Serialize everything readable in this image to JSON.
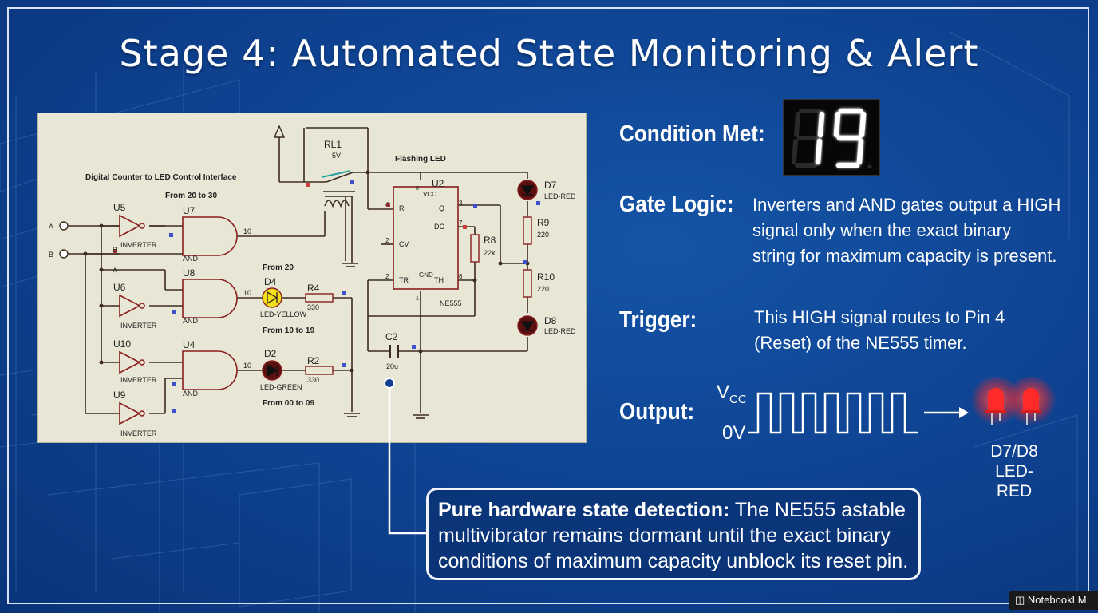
{
  "title": "Stage 4: Automated State Monitoring & Alert",
  "schematic": {
    "interface_title": "Digital Counter to LED Control Interface",
    "input_a": "A",
    "input_b": "B",
    "rl1_name": "RL1",
    "rl1_value": "5V",
    "flashing_label": "Flashing LED",
    "u2": "U2",
    "u5": "U5",
    "u6": "U6",
    "u10": "U10",
    "u9": "U9",
    "u7": "U7",
    "u8": "U8",
    "u4": "U4",
    "inverter": "INVERTER",
    "and": "AND",
    "from20to30": "From 20  to 30",
    "from20": "From 20",
    "from10to19": "From 10  to 19",
    "from00to09": "From 00 to 09",
    "d4": "D4",
    "d4_type": "LED-YELLOW",
    "d2": "D2",
    "d2_type": "LED-GREEN",
    "d7": "D7",
    "d7_type": "LED-RED",
    "d8": "D8",
    "d8_type": "LED-RED",
    "r4": "R4",
    "r4_val": "330",
    "r2": "R2",
    "r2_val": "330",
    "r8": "R8",
    "r8_val": "22k",
    "r9": "R9",
    "r9_val": "220",
    "r10": "R10",
    "r10_val": "220",
    "c2": "C2",
    "c2_val": "20u",
    "ne555": "NE555",
    "pin_r": "R",
    "pin_q": "Q",
    "pin_dc": "DC",
    "pin_cv": "CV",
    "pin_tr": "TR",
    "pin_th": "TH",
    "pin_vcc": "VCC",
    "pin_gnd": "GND",
    "pin4": "4",
    "pin3": "3",
    "pin7": "7",
    "pin2a": "2",
    "pin2b": "2",
    "pin6": "6",
    "pin8": "8",
    "pin1": "1",
    "sig_a": "A",
    "sig_b": "B",
    "sig_10": "10"
  },
  "condition": {
    "label": "Condition Met:",
    "display_value": "19"
  },
  "gate_logic": {
    "label": "Gate Logic:",
    "lines": [
      "Inverters and AND gates output a HIGH",
      "signal only when the exact binary",
      "string for maximum capacity is present."
    ]
  },
  "trigger": {
    "label": "Trigger:",
    "lines": [
      "This HIGH signal routes to Pin 4",
      "(Reset) of the NE555 timer."
    ]
  },
  "output": {
    "label": "Output:",
    "vcc_main": "V",
    "vcc_sub": "CC",
    "zero": "0V",
    "led_label_1": "D7/D8",
    "led_label_2": "LED-RED"
  },
  "callout": {
    "bold": "Pure hardware state detection:",
    "line1": " The NE555 astable",
    "line2": "multivibrator remains dormant until the exact binary",
    "line3": "conditions of maximum capacity unblock its reset pin."
  },
  "watermark": "NotebookLM",
  "colors": {
    "background": "#0e418f",
    "panel": "#e8e6d4",
    "wire": "#3d2b1f",
    "led_red": "#ff2a2a",
    "led_yellow": "#f4e01a",
    "display": "#ffffff"
  }
}
